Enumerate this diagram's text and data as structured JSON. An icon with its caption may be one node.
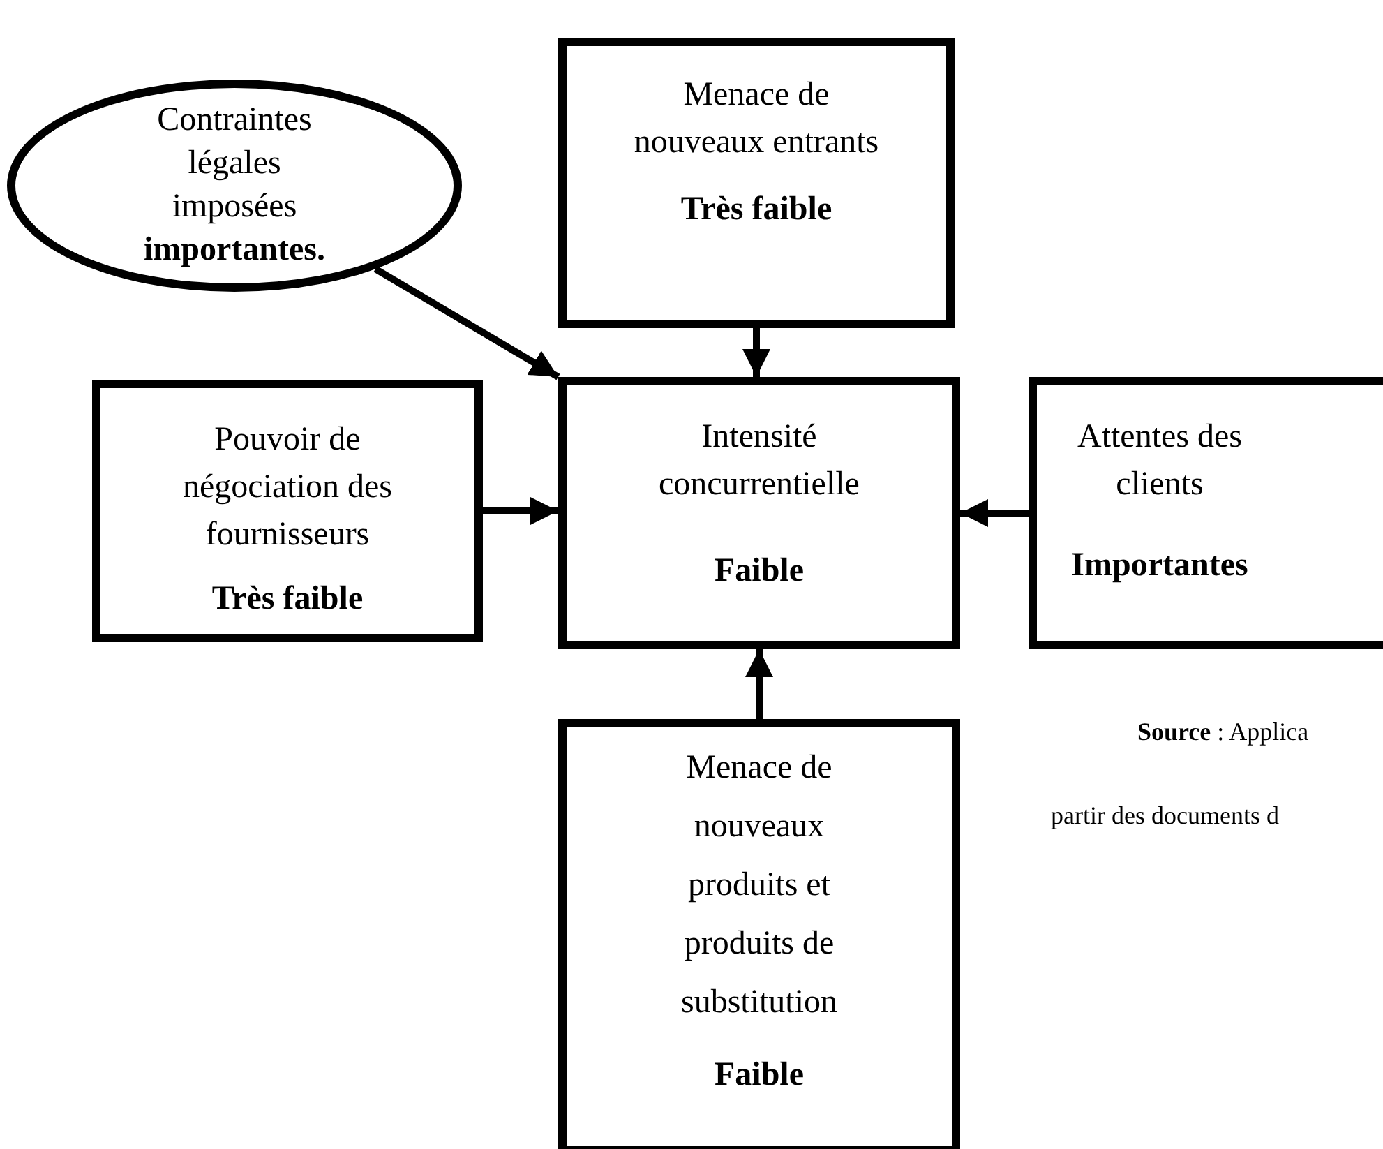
{
  "diagram": {
    "nodes": [
      {
        "text": [
          "Contraintes légales imposées **importantes.**"
        ]
      },
      {
        "text": [
          "Menace de nouveaux entrants",
          "Très faible"
        ]
      },
      {
        "text": [
          "Pouvoir de négociation des fournisseurs",
          "Très faible"
        ]
      },
      {
        "text": [
          "Intensité concurrentielle",
          "Faible"
        ]
      },
      {
        "text": [
          "Attentes des clients",
          "Importantes"
        ]
      },
      {
        "text": [
          "Menace de nouveaux produits et produits de substitution",
          "Faible"
        ]
      }
    ],
    "edges": [
      {
        "from": 0,
        "to": 3,
        "arrow": "to"
      },
      {
        "from": 1,
        "to": 3,
        "arrow": "to"
      },
      {
        "from": 2,
        "to": 3,
        "arrow": "to"
      },
      {
        "from": 4,
        "to": 3,
        "arrow": "to"
      },
      {
        "from": 5,
        "to": 3,
        "arrow": "to"
      }
    ],
    "labels": [
      "**Source** : Applica",
      "partir des documents d"
    ]
  }
}
